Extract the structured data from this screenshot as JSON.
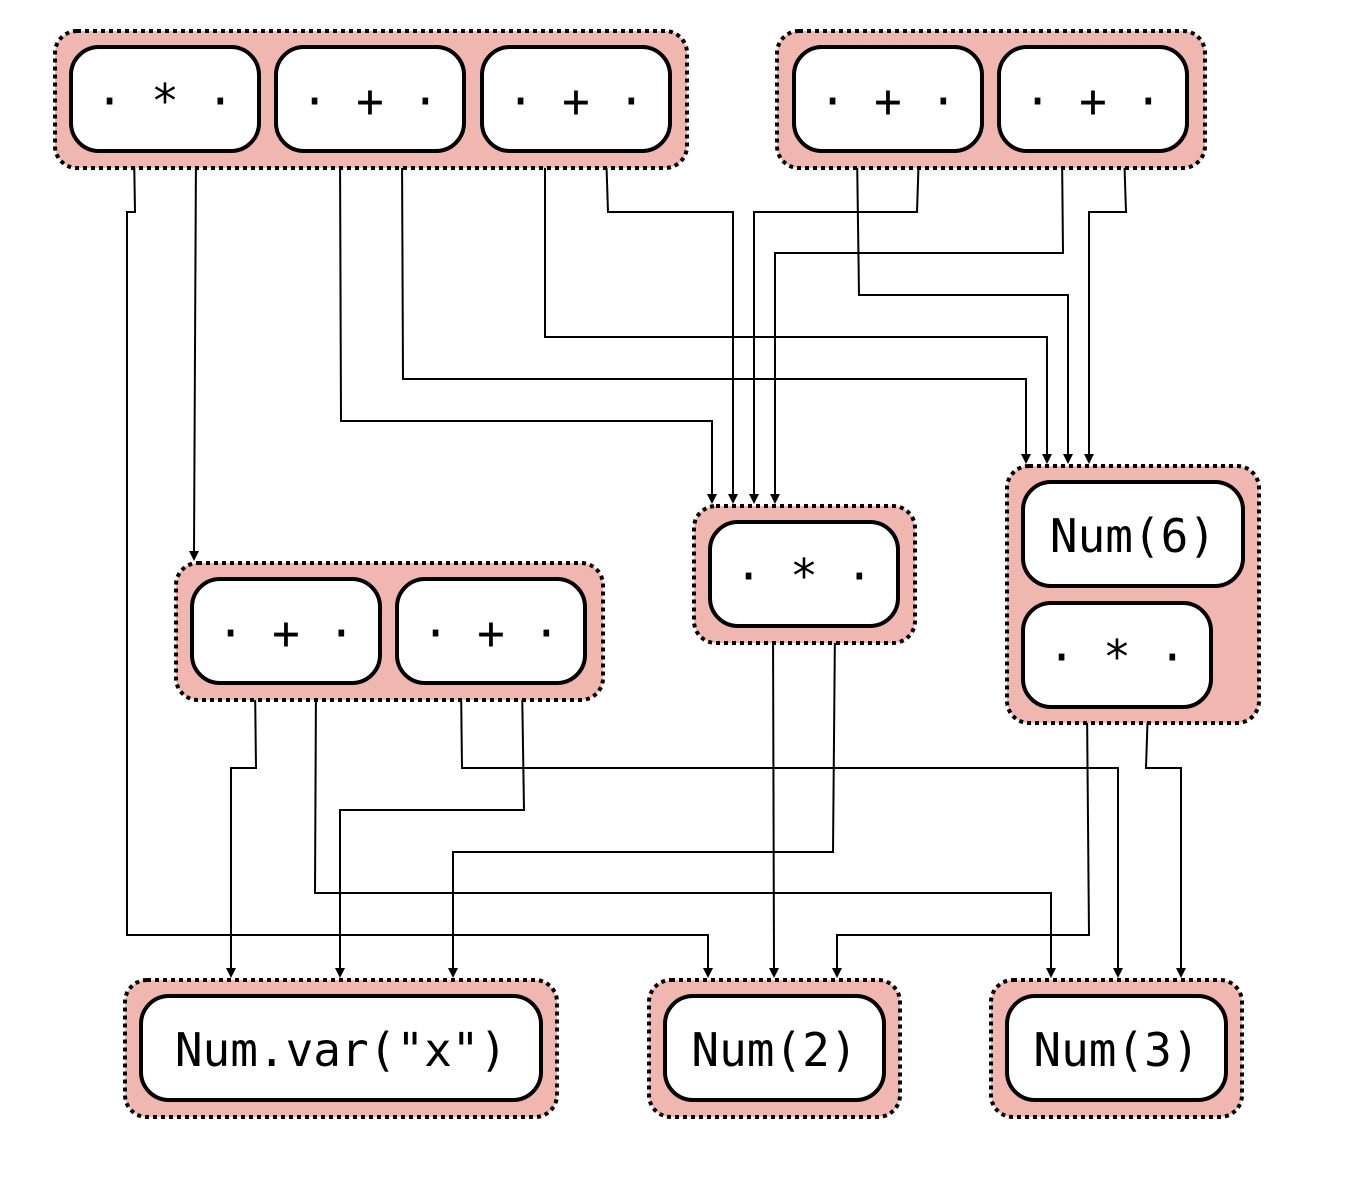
{
  "diagram": {
    "title": "",
    "colors": {
      "eclass_fill": "#f0b6b0",
      "node_fill": "#ffffff",
      "stroke": "#000000"
    },
    "eclasses": [
      {
        "id": "c0",
        "nodes": [
          {
            "id": "n0",
            "label": "· * ·"
          },
          {
            "id": "n1",
            "label": "· + ·"
          },
          {
            "id": "n2",
            "label": "· + ·"
          }
        ]
      },
      {
        "id": "c1",
        "nodes": [
          {
            "id": "n3",
            "label": "· + ·"
          },
          {
            "id": "n4",
            "label": "· + ·"
          }
        ]
      },
      {
        "id": "c2",
        "nodes": [
          {
            "id": "n5",
            "label": "· + ·"
          },
          {
            "id": "n6",
            "label": "· + ·"
          }
        ]
      },
      {
        "id": "c3",
        "nodes": [
          {
            "id": "n7",
            "label": "· * ·"
          }
        ]
      },
      {
        "id": "c4",
        "nodes": [
          {
            "id": "n8",
            "label": "Num(6)"
          },
          {
            "id": "n9",
            "label": "· * ·"
          }
        ]
      },
      {
        "id": "c5",
        "nodes": [
          {
            "id": "n10",
            "label": "Num.var(\"x\")"
          }
        ]
      },
      {
        "id": "c6",
        "nodes": [
          {
            "id": "n11",
            "label": "Num(2)"
          }
        ]
      },
      {
        "id": "c7",
        "nodes": [
          {
            "id": "n12",
            "label": "Num(3)"
          }
        ]
      }
    ],
    "edges": [
      {
        "from": "n0",
        "port": 0,
        "to": "c6"
      },
      {
        "from": "n0",
        "port": 1,
        "to": "c2"
      },
      {
        "from": "n1",
        "port": 0,
        "to": "c3"
      },
      {
        "from": "n1",
        "port": 1,
        "to": "c4"
      },
      {
        "from": "n2",
        "port": 0,
        "to": "c4"
      },
      {
        "from": "n2",
        "port": 1,
        "to": "c3"
      },
      {
        "from": "n3",
        "port": 0,
        "to": "c4"
      },
      {
        "from": "n3",
        "port": 1,
        "to": "c3"
      },
      {
        "from": "n4",
        "port": 0,
        "to": "c3"
      },
      {
        "from": "n4",
        "port": 1,
        "to": "c4"
      },
      {
        "from": "n5",
        "port": 0,
        "to": "c5"
      },
      {
        "from": "n5",
        "port": 1,
        "to": "c7"
      },
      {
        "from": "n6",
        "port": 0,
        "to": "c7"
      },
      {
        "from": "n6",
        "port": 1,
        "to": "c5"
      },
      {
        "from": "n7",
        "port": 0,
        "to": "c6"
      },
      {
        "from": "n7",
        "port": 1,
        "to": "c5"
      },
      {
        "from": "n9",
        "port": 0,
        "to": "c6"
      },
      {
        "from": "n9",
        "port": 1,
        "to": "c7"
      }
    ]
  }
}
